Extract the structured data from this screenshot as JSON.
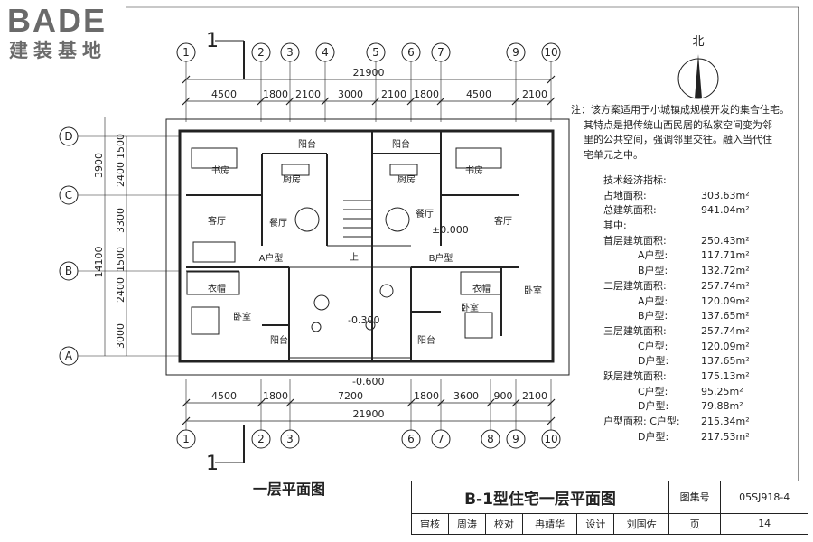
{
  "logo": {
    "brand": "BADE",
    "subtitle": "建装基地"
  },
  "compass": {
    "north_label": "北"
  },
  "section_mark": "1",
  "axes_top": [
    "1",
    "2",
    "3",
    "4",
    "5",
    "6",
    "7",
    "9",
    "10"
  ],
  "axes_bottom": [
    "1",
    "2",
    "3",
    "6",
    "7",
    "8",
    "9",
    "10"
  ],
  "axes_left": [
    "D",
    "C",
    "B",
    "A"
  ],
  "dims_top": {
    "total": "21900",
    "parts": [
      "4500",
      "1800",
      "2100",
      "3000",
      "2100",
      "1800",
      "4500",
      "2100"
    ]
  },
  "dims_bottom": {
    "total": "21900",
    "parts": [
      "4500",
      "1800",
      "7200",
      "1800",
      "3600",
      "900",
      "2100"
    ]
  },
  "dims_left": {
    "total_parts": [
      "3900",
      "14100"
    ],
    "parts": [
      "1500",
      "2400",
      "3300",
      "1500",
      "2400",
      "3000"
    ]
  },
  "rooms": {
    "study_l": "书房",
    "study_r": "书房",
    "balcony_tl": "阳台",
    "balcony_tr": "阳台",
    "kitchen_l": "厨房",
    "kitchen_r": "厨房",
    "dining_l": "餐厅",
    "dining_r": "餐厅",
    "living_l": "客厅",
    "living_r": "客厅",
    "closet_l": "衣帽",
    "closet_r": "衣帽",
    "bedroom_l": "卧室",
    "bedroom_r": "卧室",
    "bedroom_r2": "卧室",
    "balcony_bl": "阳台",
    "balcony_br": "阳台",
    "type_a": "A户型",
    "type_b": "B户型",
    "up": "上"
  },
  "levels": {
    "main": "±0.000",
    "yard": "-0.300",
    "outside": "-0.600"
  },
  "notes": {
    "line1": "注：该方案适用于小城镇成规模开发的集合住宅。",
    "line2": "其特点是把传统山西民居的私家空间变为邻",
    "line3": "里的公共空间，强调邻里交往。融入当代住",
    "line4": "宅单元之中。"
  },
  "stats": {
    "heading": "技术经济指标:",
    "rows": [
      {
        "label": "占地面积:",
        "value": "303.63m²"
      },
      {
        "label": "总建筑面积:",
        "value": "941.04m²"
      },
      {
        "label": "其中:",
        "value": ""
      },
      {
        "label": "首层建筑面积:",
        "value": "250.43m²"
      },
      {
        "label": "A户型:",
        "value": "117.71m²"
      },
      {
        "label": "B户型:",
        "value": "132.72m²"
      },
      {
        "label": "二层建筑面积:",
        "value": "257.74m²"
      },
      {
        "label": "A户型:",
        "value": "120.09m²"
      },
      {
        "label": "B户型:",
        "value": "137.65m²"
      },
      {
        "label": "三层建筑面积:",
        "value": "257.74m²"
      },
      {
        "label": "C户型:",
        "value": "120.09m²"
      },
      {
        "label": "D户型:",
        "value": "137.65m²"
      },
      {
        "label": "跃层建筑面积:",
        "value": "175.13m²"
      },
      {
        "label": "C户型:",
        "value": "95.25m²"
      },
      {
        "label": "D户型:",
        "value": "79.88m²"
      },
      {
        "label": "户型面积: C户型:",
        "value": "215.34m²"
      },
      {
        "label": "D户型:",
        "value": "217.53m²"
      }
    ]
  },
  "caption": "一层平面图",
  "title_block": {
    "title": "B-1型住宅一层平面图",
    "atlas_label": "图集号",
    "atlas_no": "05SJ918-4",
    "review_label": "审核",
    "reviewer": "周涛",
    "check_label": "校对",
    "checker": "冉靖华",
    "design_label": "设计",
    "designer": "刘国佐",
    "page_label": "页",
    "page_no": "14"
  }
}
